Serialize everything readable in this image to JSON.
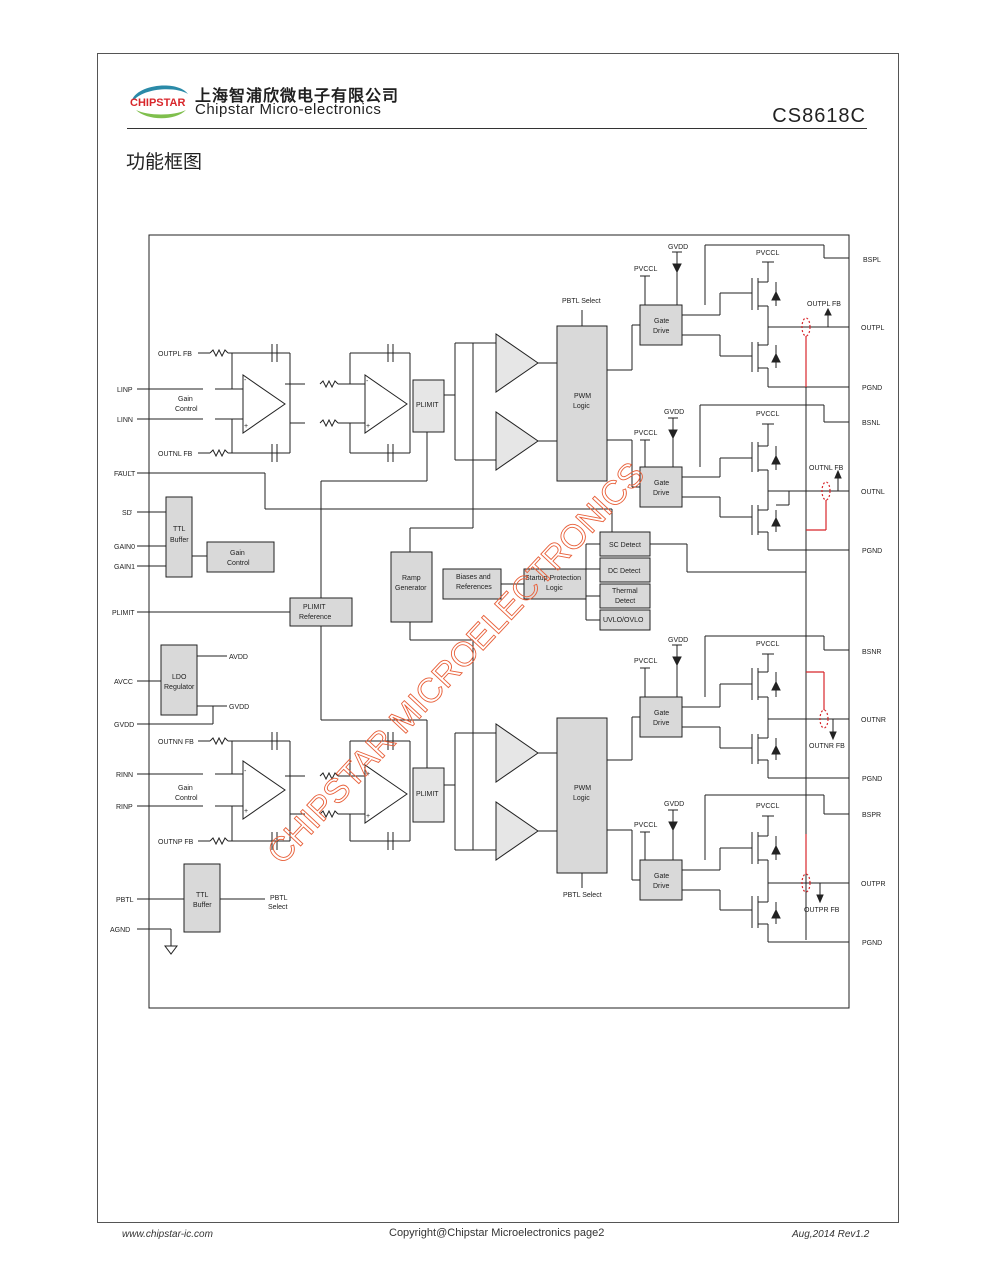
{
  "header": {
    "logo_text": "CHIPSTAR",
    "company_cn": "上海智浦欣微电子有限公司",
    "company_en": "Chipstar Micro-electronics",
    "part_number": "CS8618C"
  },
  "section_title": "功能框图",
  "diagram": {
    "pins_left": {
      "linp": "LINP",
      "linn": "LINN",
      "fault": "FAULT",
      "sd": "SD",
      "gain0": "GAIN0",
      "gain1": "GAIN1",
      "plimit": "PLIMIT",
      "avcc": "AVCC",
      "gvdd": "GVDD",
      "rinn": "RINN",
      "rinp": "RINP",
      "pbtl": "PBTL",
      "agnd": "AGND"
    },
    "pins_right": {
      "bspl": "BSPL",
      "outpl": "OUTPL",
      "pgnd1": "PGND",
      "bsnl": "BSNL",
      "outnl": "OUTNL",
      "pgnd2": "PGND",
      "bsnr": "BSNR",
      "outnr": "OUTNR",
      "pgnd3": "PGND",
      "bspr": "BSPR",
      "outpr": "OUTPR",
      "pgnd4": "PGND"
    },
    "signals": {
      "outpl_fb_in": "OUTPL FB",
      "outnl_fb_in": "OUTNL FB",
      "outnn_fb_in": "OUTNN FB",
      "outnp_fb_in": "OUTNP FB",
      "outpl_fb_out": "OUTPL FB",
      "outnl_fb_out": "OUTNL FB",
      "outnr_fb_out": "OUTNR FB",
      "outpr_fb_out": "OUTPR FB",
      "gvdd_t1": "GVDD",
      "gvdd_t2": "GVDD",
      "gvdd_t3": "GVDD",
      "gvdd_t4": "GVDD",
      "pvccl_1a": "PVCCL",
      "pvccl_1b": "PVCCL",
      "pvccl_2a": "PVCCL",
      "pvccl_2b": "PVCCL",
      "pvccl_3a": "PVCCL",
      "pvccl_3b": "PVCCL",
      "pvccl_4a": "PVCCL",
      "pvccl_4b": "PVCCL",
      "pbtl_select_top": "PBTL Select",
      "pbtl_select_bot": "PBTL Select",
      "avdd": "AVDD",
      "gvdd_ldo": "GVDD",
      "pbtl_select_buf_1": "PBTL",
      "pbtl_select_buf_2": "Select"
    },
    "blocks": {
      "gain_control_top_1": "Gain",
      "gain_control_top_2": "Control",
      "gain_control_bot_1": "Gain",
      "gain_control_bot_2": "Control",
      "plimit_top": "PLIMIT",
      "plimit_bot": "PLIMIT",
      "pwm_top_1": "PWM",
      "pwm_top_2": "Logic",
      "pwm_bot_1": "PWM",
      "pwm_bot_2": "Logic",
      "gate_drive_1a": "Gate",
      "gate_drive_1b": "Drive",
      "gate_drive_2a": "Gate",
      "gate_drive_2b": "Drive",
      "gate_drive_3a": "Gate",
      "gate_drive_3b": "Drive",
      "gate_drive_4a": "Gate",
      "gate_drive_4b": "Drive",
      "ttl_buffer_1a": "TTL",
      "ttl_buffer_1b": "Buffer",
      "ttl_buffer_2a": "TTL",
      "ttl_buffer_2b": "Buffer",
      "gain_control_mid_1": "Gain",
      "gain_control_mid_2": "Control",
      "plimit_ref_1": "PLIMIT",
      "plimit_ref_2": "Reference",
      "ramp_gen_1": "Ramp",
      "ramp_gen_2": "Generator",
      "biases_1": "Biases and",
      "biases_2": "References",
      "startup_1": "Startup Protection",
      "startup_2": "Logic",
      "sc_detect": "SC Detect",
      "dc_detect": "DC Detect",
      "thermal_1": "Thermal",
      "thermal_2": "Detect",
      "uvlo": "UVLO/OVLO",
      "ldo_1": "LDO",
      "ldo_2": "Regulator"
    }
  },
  "watermark": "CHIPSTAR MICROELECTRONICS",
  "footer": {
    "website": "www.chipstar-ic.com",
    "copyright": "Copyright@Chipstar Microelectronics    page2",
    "revision": "Aug,2014  Rev1.2"
  }
}
